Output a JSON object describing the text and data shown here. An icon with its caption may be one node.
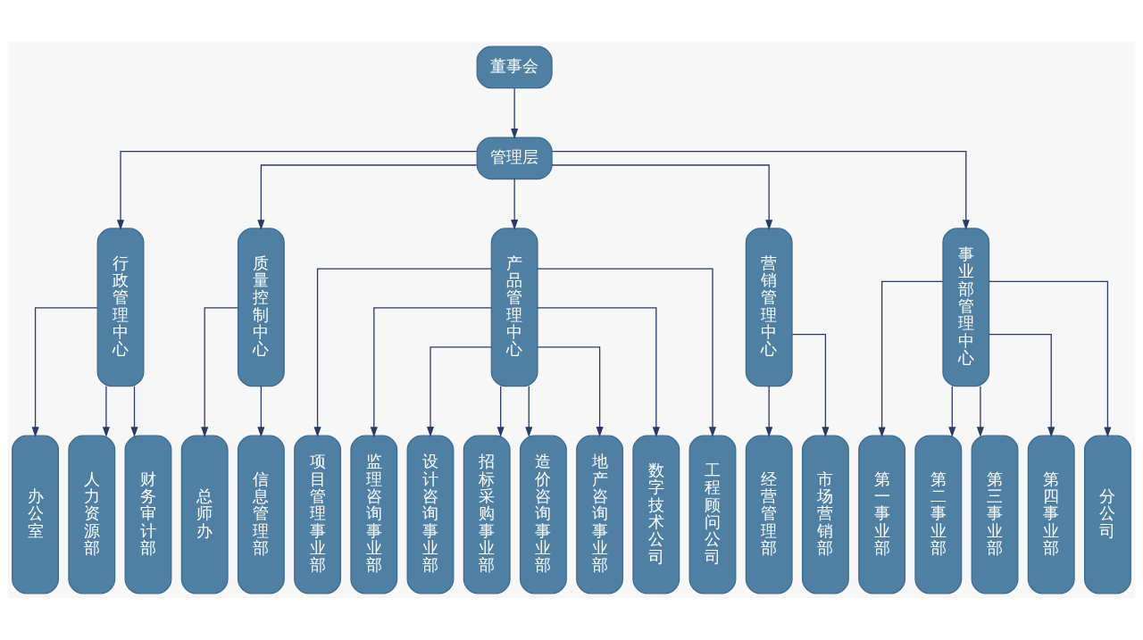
{
  "diagram": {
    "nodes": [
      {
        "text": [
          "董事会"
        ]
      },
      {
        "text": [
          "管理层"
        ]
      },
      {
        "text": [
          "行政管理中心"
        ]
      },
      {
        "text": [
          "质量控制中心"
        ]
      },
      {
        "text": [
          "产品管理中心"
        ]
      },
      {
        "text": [
          "营销管理中心"
        ]
      },
      {
        "text": [
          "事业部管理中心"
        ]
      },
      {
        "text": [
          "办公室"
        ]
      },
      {
        "text": [
          "人力资源部"
        ]
      },
      {
        "text": [
          "财务审计部"
        ]
      },
      {
        "text": [
          "总师办"
        ]
      },
      {
        "text": [
          "信息管理部"
        ]
      },
      {
        "text": [
          "项目管理事业部"
        ]
      },
      {
        "text": [
          "监理咨询事业部"
        ]
      },
      {
        "text": [
          "设计咨询事业部"
        ]
      },
      {
        "text": [
          "招标采购事业部"
        ]
      },
      {
        "text": [
          "造价咨询事业部"
        ]
      },
      {
        "text": [
          "地产咨询事业部"
        ]
      },
      {
        "text": [
          "数字技术公司"
        ]
      },
      {
        "text": [
          "工程顾问公司"
        ]
      },
      {
        "text": [
          "经营管理部"
        ]
      },
      {
        "text": [
          "市场营销部"
        ]
      },
      {
        "text": [
          "第一事业部"
        ]
      },
      {
        "text": [
          "第二事业部"
        ]
      },
      {
        "text": [
          "第三事业部"
        ]
      },
      {
        "text": [
          "第四事业部"
        ]
      },
      {
        "text": [
          "分公司"
        ]
      }
    ],
    "edges": [
      {
        "from": 0,
        "to": 1,
        "arrow": "to"
      },
      {
        "from": 1,
        "to": 2,
        "arrow": "to"
      },
      {
        "from": 1,
        "to": 3,
        "arrow": "to"
      },
      {
        "from": 1,
        "to": 4,
        "arrow": "to"
      },
      {
        "from": 1,
        "to": 5,
        "arrow": "to"
      },
      {
        "from": 1,
        "to": 6,
        "arrow": "to"
      },
      {
        "from": 2,
        "to": 7,
        "arrow": "to"
      },
      {
        "from": 2,
        "to": 8,
        "arrow": "to"
      },
      {
        "from": 2,
        "to": 9,
        "arrow": "to"
      },
      {
        "from": 3,
        "to": 10,
        "arrow": "to"
      },
      {
        "from": 3,
        "to": 11,
        "arrow": "to"
      },
      {
        "from": 4,
        "to": 12,
        "arrow": "to"
      },
      {
        "from": 4,
        "to": 13,
        "arrow": "to"
      },
      {
        "from": 4,
        "to": 14,
        "arrow": "to"
      },
      {
        "from": 4,
        "to": 15,
        "arrow": "to"
      },
      {
        "from": 4,
        "to": 16,
        "arrow": "to"
      },
      {
        "from": 4,
        "to": 17,
        "arrow": "to"
      },
      {
        "from": 4,
        "to": 18,
        "arrow": "to"
      },
      {
        "from": 4,
        "to": 19,
        "arrow": "to"
      },
      {
        "from": 5,
        "to": 20,
        "arrow": "to"
      },
      {
        "from": 5,
        "to": 21,
        "arrow": "to"
      },
      {
        "from": 6,
        "to": 22,
        "arrow": "to"
      },
      {
        "from": 6,
        "to": 23,
        "arrow": "to"
      },
      {
        "from": 6,
        "to": 24,
        "arrow": "to"
      },
      {
        "from": 6,
        "to": 25,
        "arrow": "to"
      },
      {
        "from": 6,
        "to": 26,
        "arrow": "to"
      }
    ]
  }
}
